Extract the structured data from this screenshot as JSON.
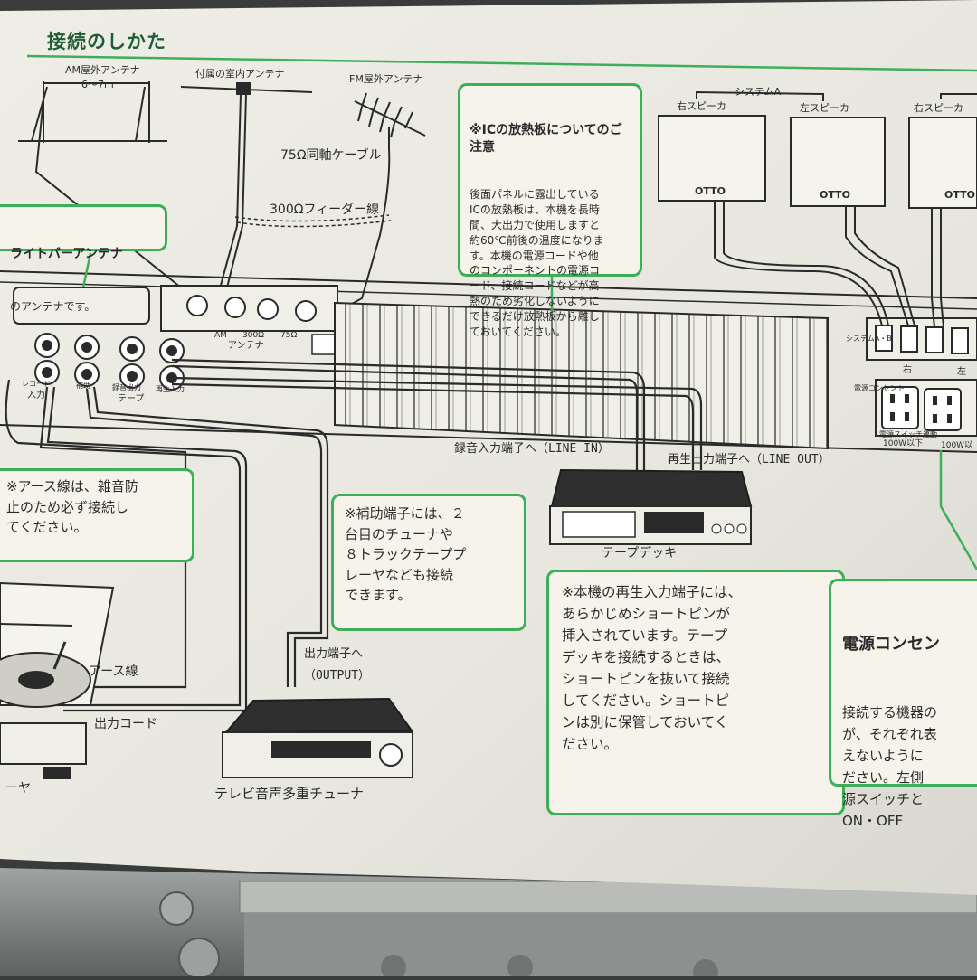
{
  "page": {
    "title": "接続のしかた"
  },
  "antennas": {
    "am_outdoor": "AM屋外アンテナ",
    "am_span": "6～7m",
    "indoor": "付属の室内アンテナ",
    "fm_outdoor": "FM屋外アンテナ",
    "coax": "75Ω同軸ケーブル",
    "feeder": "300Ωフィーダー線",
    "antenna_label": "アンテナ",
    "terminal_am": "AM",
    "terminal_300": "300Ω",
    "terminal_75": "75Ω"
  },
  "notes": {
    "ic_heat": {
      "title": "※ICの放熱板についてのご注意",
      "body": "後面パネルに露出している\nICの放熱板は、本機を長時\n間、大出力で使用しますと\n約60℃前後の温度になりま\nす。本機の電源コードや他\nのコンポーネントの電源コ\nード、接続コードなどが高\n熱のため劣化しないように\nできるだけ放熱板から離し\nておいてください。"
    },
    "bar_antenna": {
      "title": "ライトバーアンテナ",
      "body": "のアンテナです。"
    },
    "earth": {
      "body": "※アース線は、雑音防\n止のため必ず接続し\nてください。"
    },
    "aux": {
      "body": "※補助端子には、２\n台目のチューナや\n８トラックテーププ\nレーヤなども接続\nできます。"
    },
    "short_pin": {
      "body": "※本機の再生入力端子には、\nあらかじめショートピンが\n挿入されています。テープ\nデッキを接続するときは、\nショートピンを抜いて接続\nしてください。ショートピ\nンは別に保管しておいてく\nださい。"
    },
    "power": {
      "title": "電源コンセン",
      "body": "接続する機器の\nが、それぞれ表\nえないように\nださい。左側\n源スイッチと\nON・OFF"
    }
  },
  "speakers": {
    "system_a": "システムA",
    "right_a": "右スピーカ",
    "left_a": "左スピーカ",
    "right_b": "右スピーカ",
    "brand": "OTTO"
  },
  "devices": {
    "tape_deck": "テープデッキ",
    "tv_tuner": "テレビ音声多重チューナ",
    "player_fragment": "ーヤ"
  },
  "connections": {
    "rec_in": "録音入力端子へ",
    "rec_in_en": "LINE IN",
    "play_out": "再生出力端子へ",
    "play_out_en": "LINE OUT",
    "output": "出力端子へ",
    "output_en": "OUTPUT",
    "earth_wire": "アース線",
    "output_cord": "出力コード"
  },
  "panel": {
    "input_label": "入力",
    "tape_label": "テープ",
    "phono": "レコード",
    "aux": "補助",
    "rec_out": "録音出力",
    "play_in": "再生入力",
    "outlet": "電源コンセント",
    "switched": "電源スイッチ連動",
    "rating1": "100W以下",
    "rating2": "100W以",
    "speaker_ab": "システムA・B",
    "right": "右",
    "left": "左"
  }
}
